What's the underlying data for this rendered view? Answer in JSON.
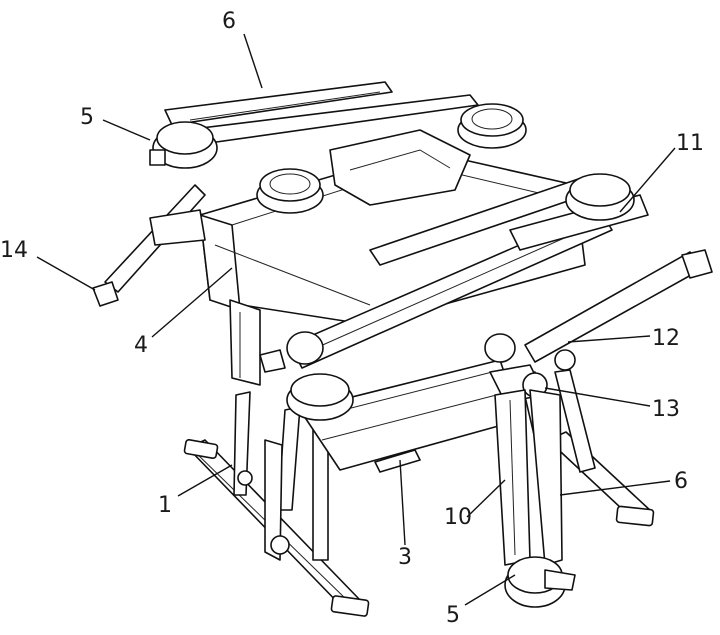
{
  "figure": {
    "callouts": [
      {
        "id": "c6-top",
        "text": "6"
      },
      {
        "id": "c5-left",
        "text": "5"
      },
      {
        "id": "c14",
        "text": "14"
      },
      {
        "id": "c4",
        "text": "4"
      },
      {
        "id": "c11",
        "text": "11"
      },
      {
        "id": "c12",
        "text": "12"
      },
      {
        "id": "c13",
        "text": "13"
      },
      {
        "id": "c6-right",
        "text": "6"
      },
      {
        "id": "c1",
        "text": "1"
      },
      {
        "id": "c3",
        "text": "3"
      },
      {
        "id": "c10",
        "text": "10"
      },
      {
        "id": "c5-bottom",
        "text": "5"
      }
    ]
  },
  "colors": {
    "ink": "#111111",
    "paper": "#ffffff"
  }
}
